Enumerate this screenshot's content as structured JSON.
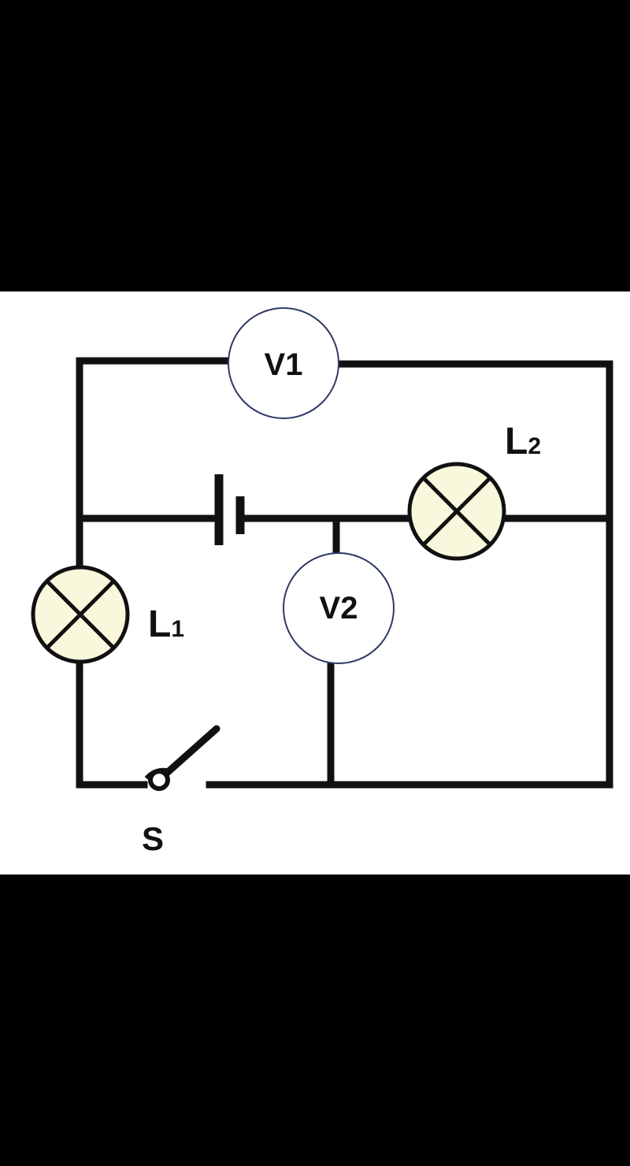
{
  "diagram": {
    "meters": [
      {
        "id": "v1",
        "label": "V1"
      },
      {
        "id": "v2",
        "label": "V2"
      }
    ],
    "lamps": [
      {
        "id": "l1",
        "letter": "L",
        "subscript": "1"
      },
      {
        "id": "l2",
        "letter": "L",
        "subscript": "2"
      }
    ],
    "switch": {
      "label": "S"
    }
  },
  "colors": {
    "background": "#ffffff",
    "letterbox": "#000000",
    "wire": "#111111",
    "lamp_fill": "#f9f8dc",
    "meter_outline": "#2e3a66"
  },
  "icons": {
    "lamp": "crossed-circle-lamp-icon",
    "battery": "battery-cell-icon",
    "switch": "open-switch-icon"
  }
}
